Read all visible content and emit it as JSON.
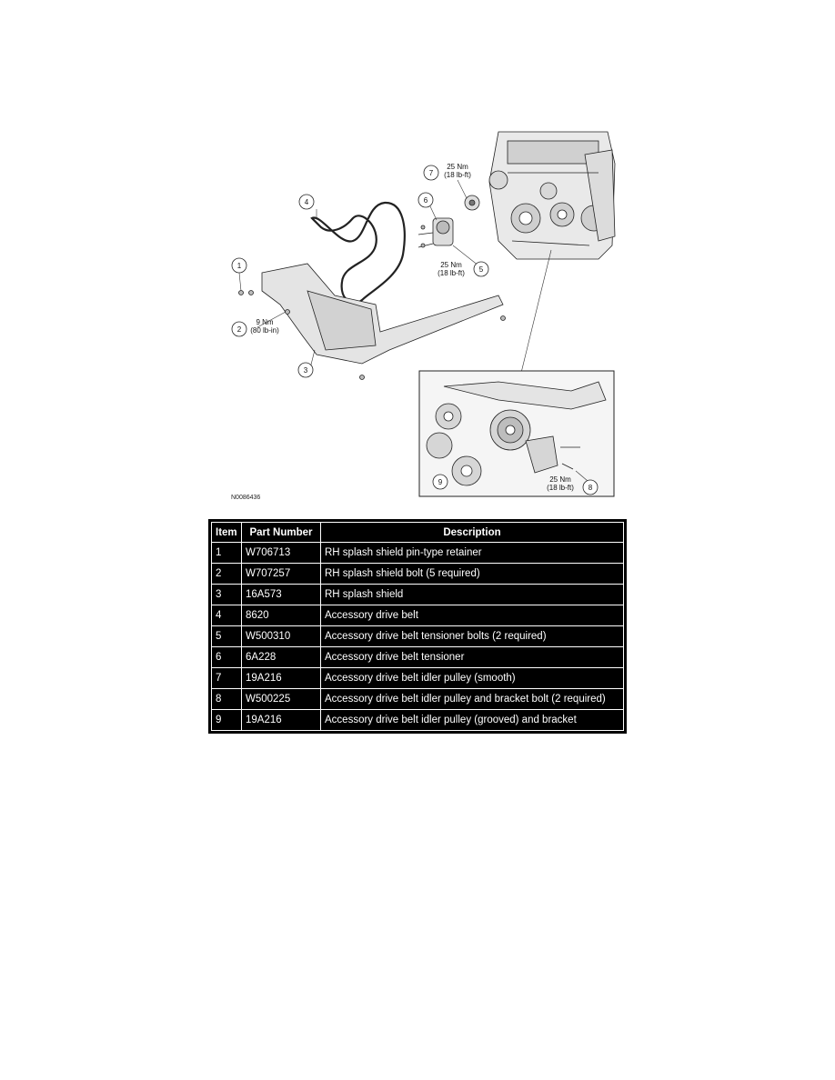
{
  "figure": {
    "figure_id": "N0086436",
    "callouts": [
      {
        "n": "1",
        "text1": "",
        "text2": ""
      },
      {
        "n": "2",
        "text1": "9 Nm",
        "text2": "(80 lb-in)"
      },
      {
        "n": "3",
        "text1": "",
        "text2": ""
      },
      {
        "n": "4",
        "text1": "",
        "text2": ""
      },
      {
        "n": "5",
        "text1": "25 Nm",
        "text2": "(18 lb-ft)"
      },
      {
        "n": "6",
        "text1": "",
        "text2": ""
      },
      {
        "n": "7",
        "text1": "25 Nm",
        "text2": "(18 lb-ft)"
      },
      {
        "n": "8",
        "text1": "25 Nm",
        "text2": "(18 lb-ft)"
      },
      {
        "n": "9",
        "text1": "",
        "text2": ""
      }
    ]
  },
  "table": {
    "headers": {
      "item": "Item",
      "part": "Part Number",
      "desc": "Description"
    },
    "rows": [
      {
        "item": "1",
        "part": "W706713",
        "desc": "RH splash shield pin-type retainer"
      },
      {
        "item": "2",
        "part": "W707257",
        "desc": "RH splash shield bolt (5 required)"
      },
      {
        "item": "3",
        "part": "16A573",
        "desc": "RH splash shield"
      },
      {
        "item": "4",
        "part": "8620",
        "desc": "Accessory drive belt"
      },
      {
        "item": "5",
        "part": "W500310",
        "desc": "Accessory drive belt tensioner bolts (2 required)"
      },
      {
        "item": "6",
        "part": "6A228",
        "desc": "Accessory drive belt tensioner"
      },
      {
        "item": "7",
        "part": "19A216",
        "desc": "Accessory drive belt idler pulley (smooth)"
      },
      {
        "item": "8",
        "part": "W500225",
        "desc": "Accessory drive belt idler pulley and bracket bolt (2 required)"
      },
      {
        "item": "9",
        "part": "19A216",
        "desc": "Accessory drive belt idler pulley (grooved) and bracket"
      }
    ]
  }
}
